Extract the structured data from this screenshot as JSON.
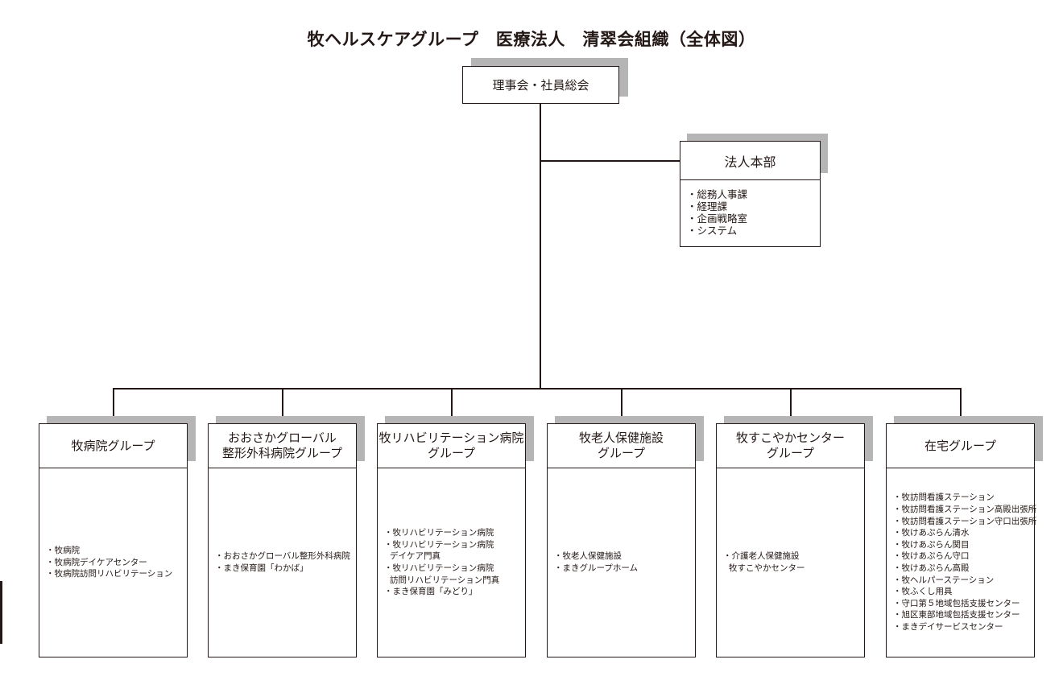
{
  "title": "牧ヘルスケアグループ　医療法人　清翠会組織（全体図）",
  "board": "理事会・社員総会",
  "hq": {
    "name": "法人本部",
    "items": [
      "・総務人事課",
      "・経理課",
      "・企画戦略室",
      "・システム"
    ]
  },
  "groups": [
    {
      "name": [
        "牧病院グループ"
      ],
      "items": [
        {
          "text": "・牧病院"
        },
        {
          "text": "・牧病院デイケアセンター"
        },
        {
          "text": "・牧病院訪問リハビリテーション"
        }
      ]
    },
    {
      "name": [
        "おおさかグローバル",
        "整形外科病院グループ"
      ],
      "items": [
        {
          "text": "・おおさかグローバル整形外科病院"
        },
        {
          "text": "・まき保育園「わかば」"
        }
      ]
    },
    {
      "name": [
        "牧リハビリテーション病院",
        "グループ"
      ],
      "items": [
        {
          "text": "・牧リハビリテーション病院"
        },
        {
          "text": "・牧リハビリテーション病院"
        },
        {
          "text": "デイケア門真",
          "indent": true
        },
        {
          "text": "・牧リハビリテーション病院"
        },
        {
          "text": "訪問リハビリテーション門真",
          "indent": true
        },
        {
          "text": "・まき保育園「みどり」"
        }
      ]
    },
    {
      "name": [
        "牧老人保健施設",
        "グループ"
      ],
      "items": [
        {
          "text": "・牧老人保健施設"
        },
        {
          "text": "・まきグループホーム"
        }
      ]
    },
    {
      "name": [
        "牧すこやかセンター",
        "グループ"
      ],
      "items": [
        {
          "text": "・介護老人保健施設"
        },
        {
          "text": "牧すこやかセンター",
          "indent": true
        }
      ]
    },
    {
      "name": [
        "在宅グループ"
      ],
      "items": [
        {
          "text": "・牧訪問看護ステーション"
        },
        {
          "text": "・牧訪問看護ステーション高殿出張所"
        },
        {
          "text": "・牧訪問看護ステーション守口出張所"
        },
        {
          "text": "・牧けあぷらん清水"
        },
        {
          "text": "・牧けあぷらん関目"
        },
        {
          "text": "・牧けあぷらん守口"
        },
        {
          "text": "・牧けあぷらん高殿"
        },
        {
          "text": "・牧ヘルパーステーション"
        },
        {
          "text": "・牧ふくし用具"
        },
        {
          "text": "・守口第５地域包括支援センター"
        },
        {
          "text": "・旭区東部地域包括支援センター"
        },
        {
          "text": "・まきデイサービスセンター"
        }
      ]
    }
  ]
}
